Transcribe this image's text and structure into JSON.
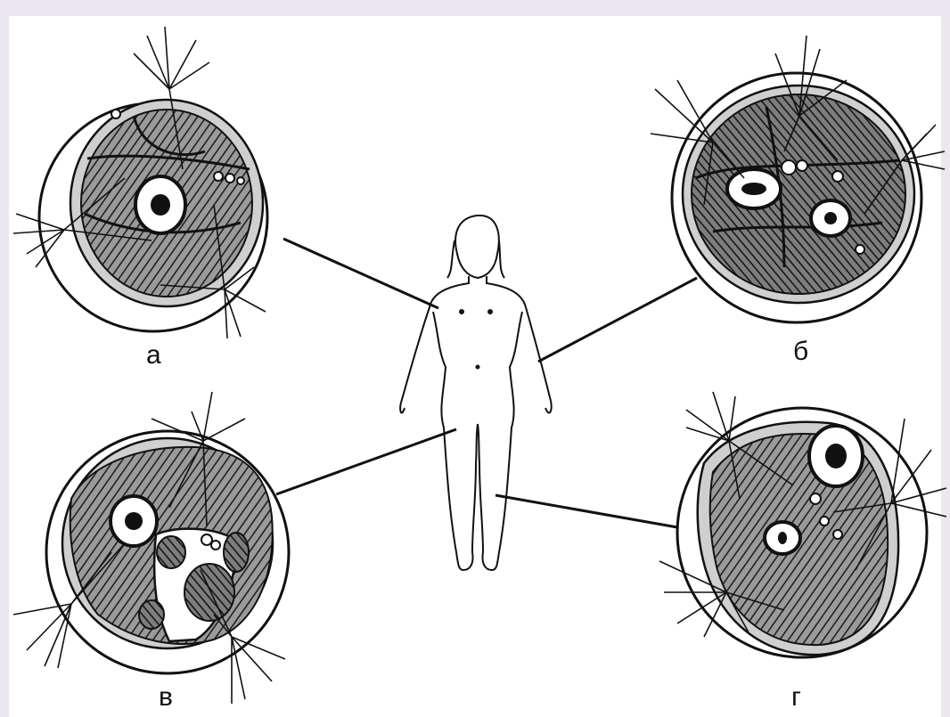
{
  "labels": {
    "a": "а",
    "b": "б",
    "v": "в",
    "g": "г"
  },
  "colors": {
    "page_background": "#ece6f1",
    "figure_background": "#ffffff",
    "ink": "#111111"
  }
}
